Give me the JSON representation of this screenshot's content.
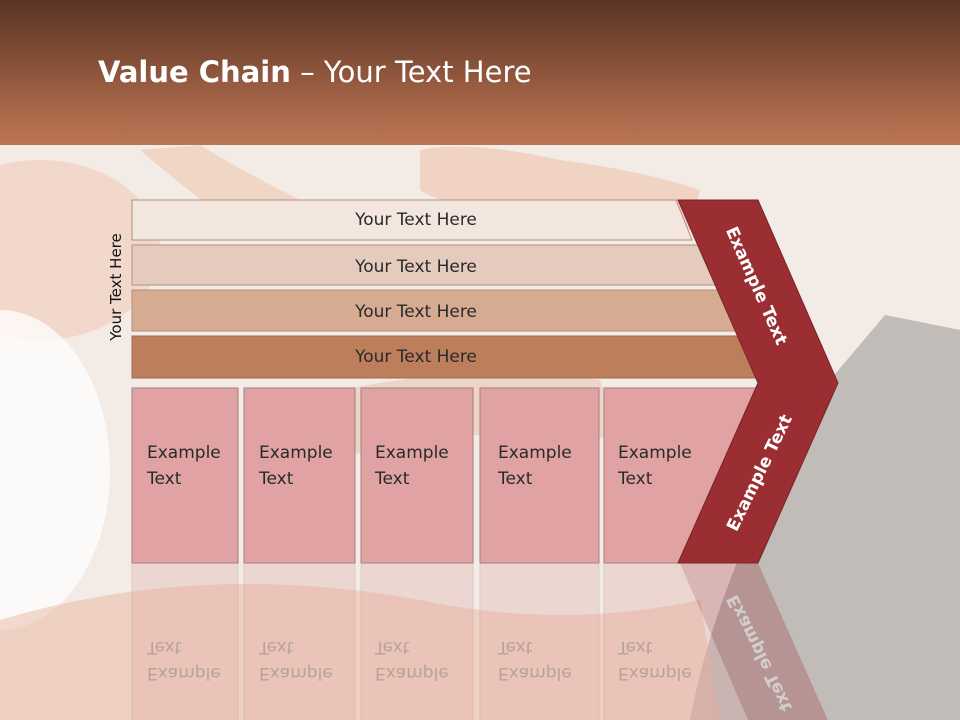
{
  "slide": {
    "title_bold": "Value Chain",
    "title_rest": " – Your Text Here",
    "side_label": "Your Text Here"
  },
  "layers": [
    {
      "label": "Your Text Here",
      "color": "#f2e6df"
    },
    {
      "label": "Your Text Here",
      "color": "#e5cbbd"
    },
    {
      "label": "Your Text Here",
      "color": "#d7aa92"
    },
    {
      "label": "Your Text Here",
      "color": "#bd7e5c"
    }
  ],
  "boxes": [
    {
      "line1": "Example",
      "line2": "Text"
    },
    {
      "line1": "Example",
      "line2": "Text"
    },
    {
      "line1": "Example",
      "line2": "Text"
    },
    {
      "line1": "Example",
      "line2": "Text"
    },
    {
      "line1": "Example",
      "line2": "Text"
    }
  ],
  "chevron": {
    "top_label": "Example Text",
    "bottom_label": "Example Text",
    "color": "#9a2e33"
  },
  "colors": {
    "box_fill": "#e0a2a2",
    "box_stroke": "#a87e7e"
  }
}
